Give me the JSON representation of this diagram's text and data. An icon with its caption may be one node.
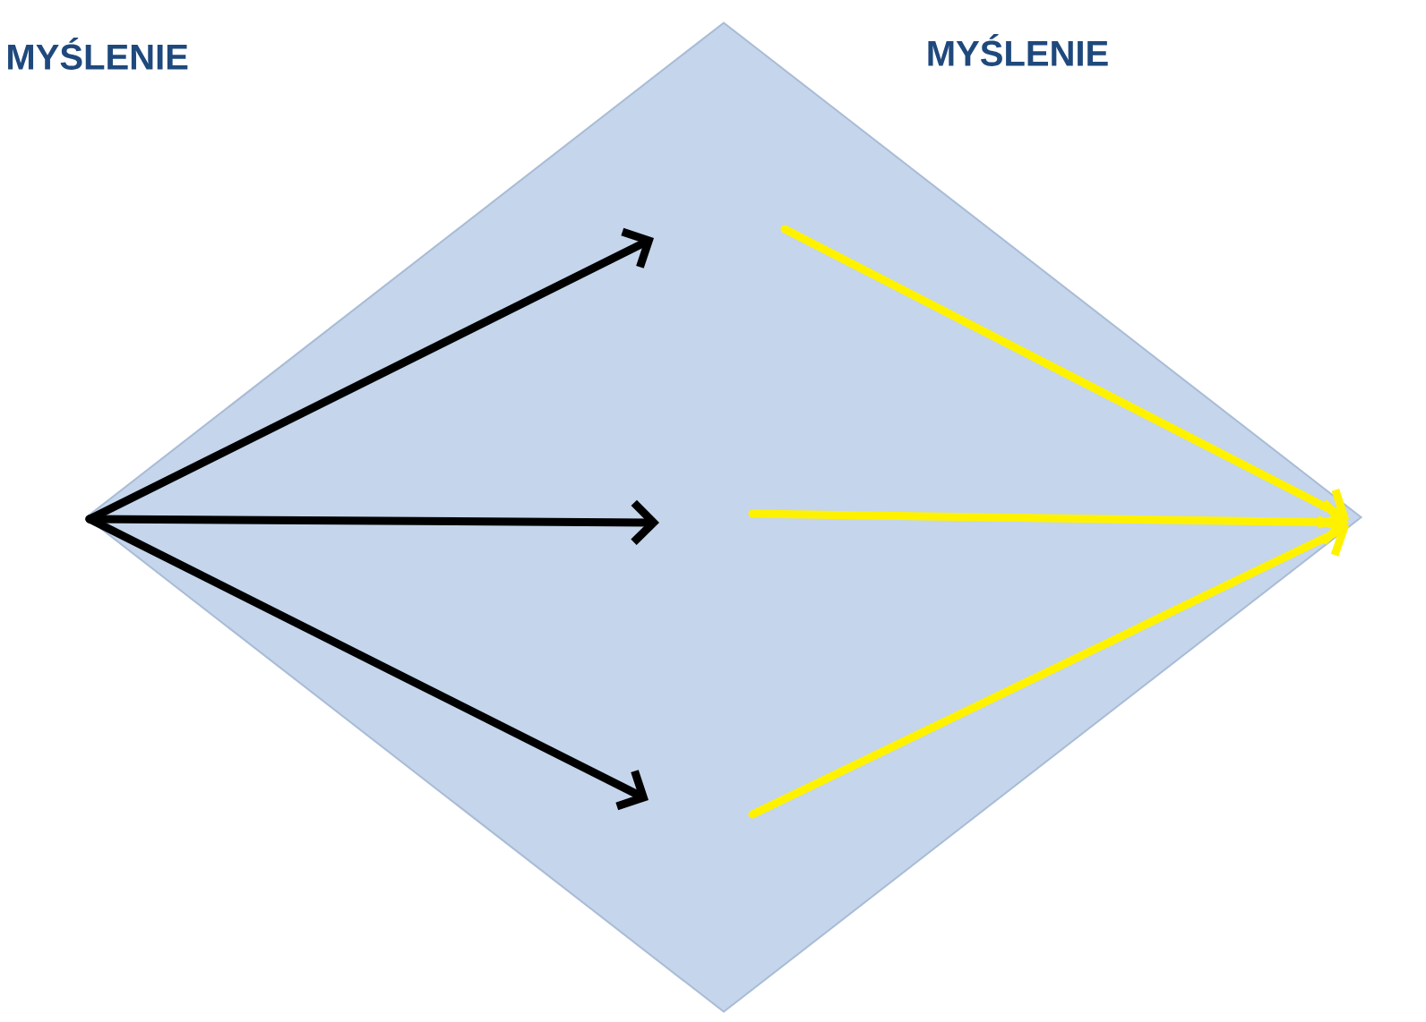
{
  "diagram": {
    "nodes": [
      {
        "text": [],
        "shape": "diamond"
      }
    ],
    "labels": [
      "MYŚLENIE",
      "MYŚLENIE"
    ]
  }
}
